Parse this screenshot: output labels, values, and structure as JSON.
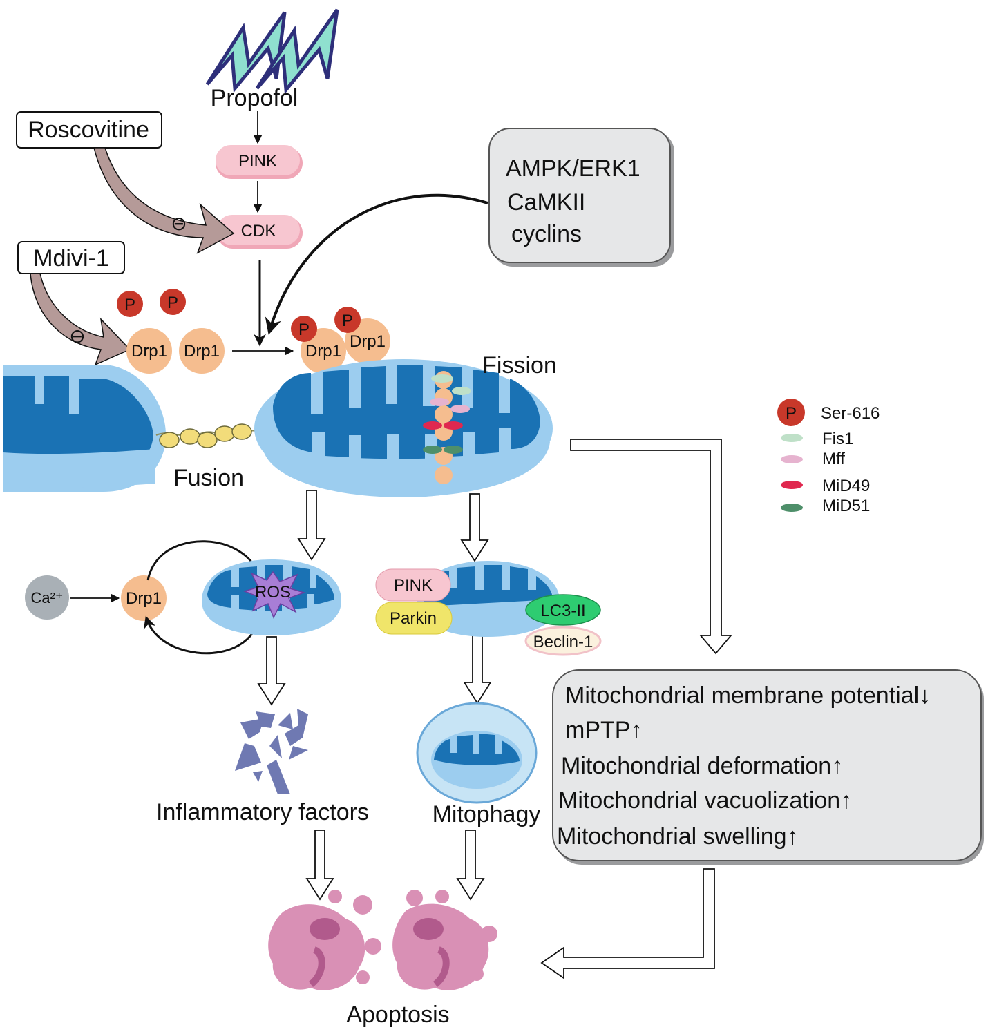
{
  "stimuli": {
    "propofol": "Propofol",
    "roscovitine": "Roscovitine",
    "mdivi": "Mdivi-1",
    "kinases": [
      "AMPK/ERK1",
      "CaMKII",
      "cyclins"
    ]
  },
  "proteins": {
    "pink": "PINK",
    "cdk": "CDK",
    "drp1": "Drp1",
    "phospho": "P",
    "inhibit_symbol": "⊖",
    "ca": "Ca²⁺",
    "ros": "ROS",
    "parkin": "Parkin",
    "lc3": "LC3-II",
    "beclin": "Beclin-1"
  },
  "processes": {
    "fusion": "Fusion",
    "fission": "Fission",
    "inflammatory": "Inflammatory factors",
    "mitophagy": "Mitophagy",
    "apoptosis": "Apoptosis"
  },
  "legend": {
    "items": [
      {
        "label": "Ser-616",
        "color": "#c8382a"
      },
      {
        "label": "Fis1",
        "color": "#bfe0c8"
      },
      {
        "label": "Mff",
        "color": "#e6b3cf"
      },
      {
        "label": "MiD49",
        "color": "#e0284f"
      },
      {
        "label": "MiD51",
        "color": "#4e8f6a"
      }
    ]
  },
  "effects": [
    "Mitochondrial membrane potential↓",
    "mPTP↑",
    "Mitochondrial deformation↑",
    "Mitochondrial vacuolization↑",
    "Mitochondrial swelling↑"
  ],
  "colors": {
    "mito_outer": "#9ccdef",
    "mito_inner": "#1a72b4",
    "drp1": "#f5bd8f",
    "phospho": "#c8382a",
    "pink_box": "#f4bcc8",
    "gray_box": "#e6e7e8",
    "inhibitor_arrow": "#b59a98",
    "apoptosis": "#d990b5"
  }
}
